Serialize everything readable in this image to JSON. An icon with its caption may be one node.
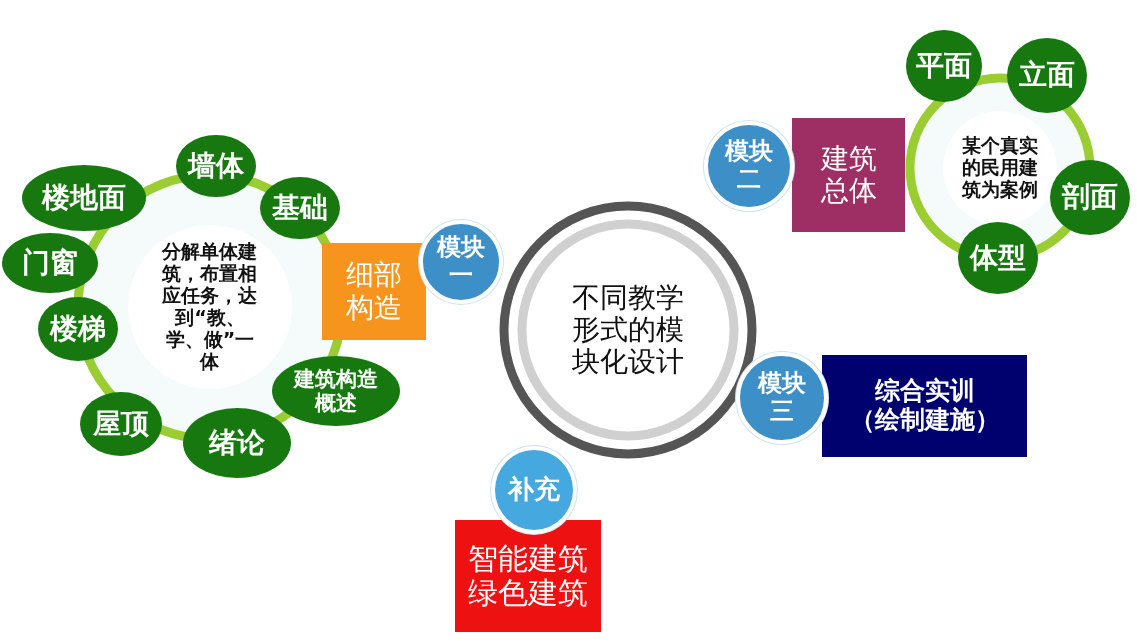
{
  "diagram": {
    "nodes": [
      {
        "text": [
          "不同教学形式的模块化设计"
        ]
      },
      {
        "text": [
          "模块一"
        ]
      },
      {
        "text": [
          "细部构造"
        ]
      },
      {
        "text": [
          "分解单体建筑，布置相应任务，达到“教、学、做”一体"
        ]
      },
      {
        "text": [
          "楼地面"
        ]
      },
      {
        "text": [
          "墙体"
        ]
      },
      {
        "text": [
          "基础"
        ]
      },
      {
        "text": [
          "门窗"
        ]
      },
      {
        "text": [
          "楼梯"
        ]
      },
      {
        "text": [
          "建筑构造概述"
        ]
      },
      {
        "text": [
          "屋顶"
        ]
      },
      {
        "text": [
          "绪论"
        ]
      },
      {
        "text": [
          "模块二"
        ]
      },
      {
        "text": [
          "建筑总体"
        ]
      },
      {
        "text": [
          "某个真实的民用建筑为案例"
        ]
      },
      {
        "text": [
          "平面"
        ]
      },
      {
        "text": [
          "立面"
        ]
      },
      {
        "text": [
          "剖面"
        ]
      },
      {
        "text": [
          "体型"
        ]
      },
      {
        "text": [
          "模块三"
        ]
      },
      {
        "text": [
          "综合实训（绘制建施）"
        ]
      },
      {
        "text": [
          "补充"
        ]
      },
      {
        "text": [
          "智能建筑绿色建筑"
        ]
      }
    ]
  }
}
